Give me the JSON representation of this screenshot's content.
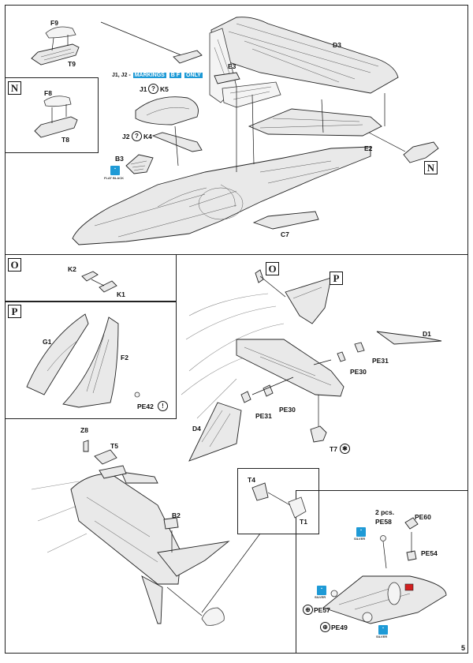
{
  "page_number": "5",
  "callout": {
    "prefix": "J1, J2 -",
    "markings": "MARKINGS",
    "bf": "B F",
    "suffix": "ONLY"
  },
  "sections": {
    "n_top": "N",
    "n_right": "N",
    "o_box": "O",
    "o_main": "O",
    "p_box": "P",
    "p_main": "P"
  },
  "parts": {
    "f9": "F9",
    "t9": "T9",
    "f8": "F8",
    "t8": "T8",
    "e3": "E3",
    "d3": "D3",
    "j1": "J1",
    "k5": "K5",
    "j2": "J2",
    "k4": "K4",
    "b3": "B3",
    "e2": "E2",
    "c7": "C7",
    "k2": "K2",
    "k1": "K1",
    "g1": "G1",
    "f2": "F2",
    "pe42": "PE42",
    "d1": "D1",
    "pe31a": "PE31",
    "pe30a": "PE30",
    "pe31b": "PE31",
    "pe30b": "PE30",
    "d4": "D4",
    "t7": "T7",
    "z8": "Z8",
    "t5": "T5",
    "b2": "B2",
    "t4": "T4",
    "t1": "T1",
    "pcs": "2 pcs.",
    "pe58": "PE58",
    "pe60": "PE60",
    "pe54": "PE54",
    "pe57": "PE57",
    "pe49": "PE49"
  },
  "paint_badges": {
    "b3_caption": "FLAT BLACK",
    "silver": "SILVER"
  },
  "icons": [
    "glue-dot-icon",
    "optional-part-icon",
    "remove-part-icon",
    "paint-badge-icon"
  ]
}
